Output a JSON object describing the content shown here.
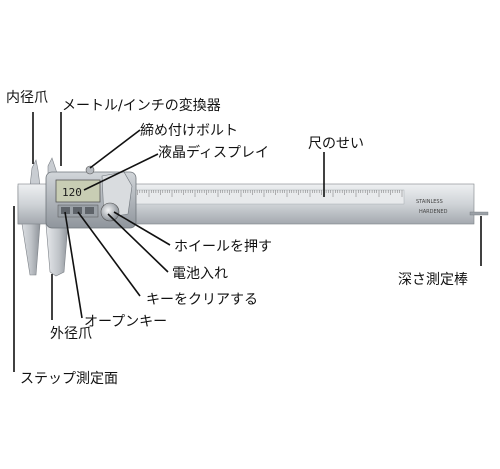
{
  "labels": {
    "inner_jaw": "内径爪",
    "unit_switch": "メートル/インチの変換器",
    "lock_screw": "締め付けボルト",
    "lcd": "液晶ディスプレイ",
    "ruler": "尺のせい",
    "thumb_wheel": "ホイールを押す",
    "battery": "電池入れ",
    "clear_key": "キーをクリアする",
    "open_key": "オープンキー",
    "outer_jaw": "外径爪",
    "step_face": "ステップ測定面",
    "depth_rod": "深さ測定棒"
  },
  "device": {
    "brand_top": "STAINLESS",
    "brand_bottom": "HARDENED",
    "lcd_reading": "120"
  },
  "colors": {
    "body_light": "#dcdfe2",
    "body_mid": "#b9bdc2",
    "body_dark": "#8e9399",
    "line": "#111111"
  }
}
